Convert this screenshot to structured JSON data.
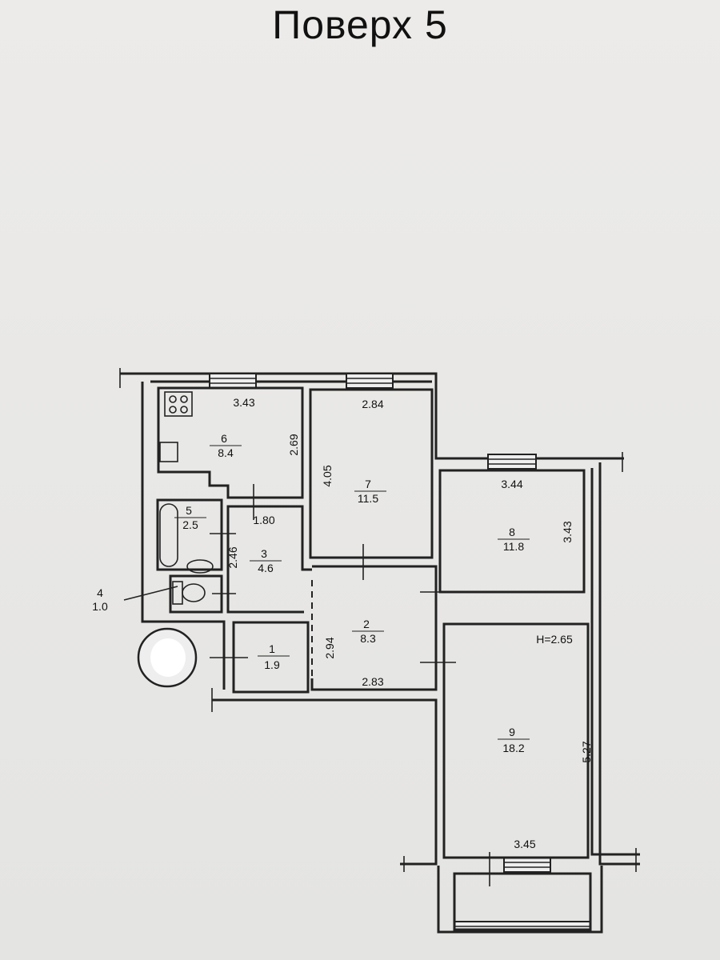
{
  "title": "Поверх 5",
  "height_note": "H=2.65",
  "rooms": [
    {
      "number": "1",
      "area": "1.9"
    },
    {
      "number": "2",
      "area": "8.3",
      "width": "2.83",
      "length": "2.94"
    },
    {
      "number": "3",
      "area": "4.6",
      "width": "1.80",
      "length": "2.46"
    },
    {
      "number": "4",
      "area": "1.0"
    },
    {
      "number": "5",
      "area": "2.5"
    },
    {
      "number": "6",
      "area": "8.4",
      "width": "3.43",
      "length": "2.69"
    },
    {
      "number": "7",
      "area": "11.5",
      "width": "2.84",
      "length": "4.05"
    },
    {
      "number": "8",
      "area": "11.8",
      "width": "3.44",
      "length": "3.43"
    },
    {
      "number": "9",
      "area": "18.2",
      "width": "3.45",
      "length": "5.27"
    }
  ]
}
